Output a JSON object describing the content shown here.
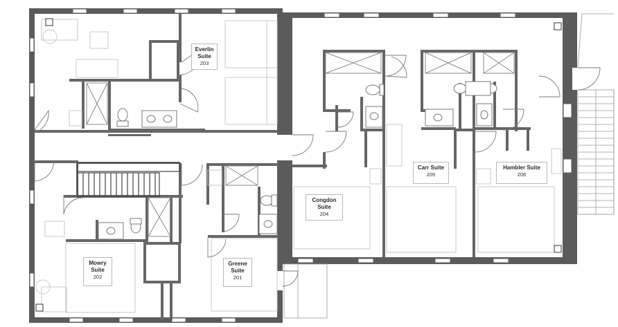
{
  "colors": {
    "wall": "#5b5b5b",
    "wall_dark": "#4a4a4a",
    "partition": "#6a6a6a",
    "fixture": "#9a9a9a",
    "furniture": "#c8c8c8",
    "window": "#ffffff",
    "floor": "#ffffff"
  },
  "rooms": [
    {
      "key": "everlin",
      "name": "Everlin Suite",
      "number": "203"
    },
    {
      "key": "mowry",
      "name": "Mowry Suite",
      "number": "202"
    },
    {
      "key": "greene",
      "name": "Greene Suite",
      "number": "201"
    },
    {
      "key": "congdon",
      "name": "Congdon Suite",
      "number": "204"
    },
    {
      "key": "carr",
      "name": "Carr Suite",
      "number": "205"
    },
    {
      "key": "hambler",
      "name": "Hambler Suite",
      "number": "206"
    }
  ]
}
